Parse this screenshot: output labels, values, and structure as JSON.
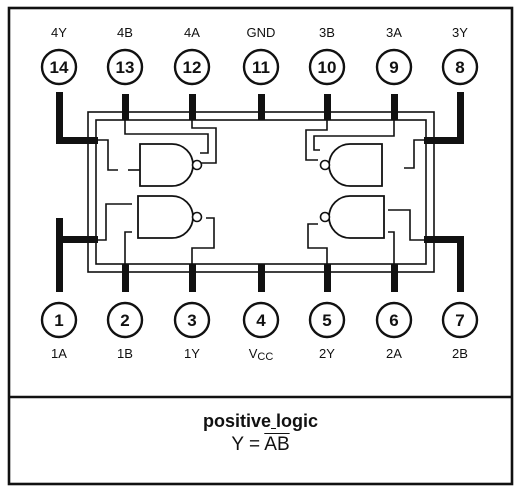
{
  "top_pins": [
    {
      "num": "14",
      "label": "4Y"
    },
    {
      "num": "13",
      "label": "4B"
    },
    {
      "num": "12",
      "label": "4A"
    },
    {
      "num": "11",
      "label": "GND"
    },
    {
      "num": "10",
      "label": "3B"
    },
    {
      "num": "9",
      "label": "3A"
    },
    {
      "num": "8",
      "label": "3Y"
    }
  ],
  "bottom_pins": [
    {
      "num": "1",
      "label": "1A"
    },
    {
      "num": "2",
      "label": "1B"
    },
    {
      "num": "3",
      "label": "1Y"
    },
    {
      "num": "4",
      "label": "V",
      "sub": "CC"
    },
    {
      "num": "5",
      "label": "2Y"
    },
    {
      "num": "6",
      "label": "2A"
    },
    {
      "num": "7",
      "label": "2B"
    }
  ],
  "footer": {
    "line1_a": "positive",
    "line1_sep": " ",
    "line1_b": "logic",
    "line2_prefix": "Y = ",
    "line2_overlined": "AB"
  },
  "icons": {
    "gates": [
      "nand-gate-icon",
      "nand-gate-icon",
      "nand-gate-icon",
      "nand-gate-icon"
    ]
  }
}
